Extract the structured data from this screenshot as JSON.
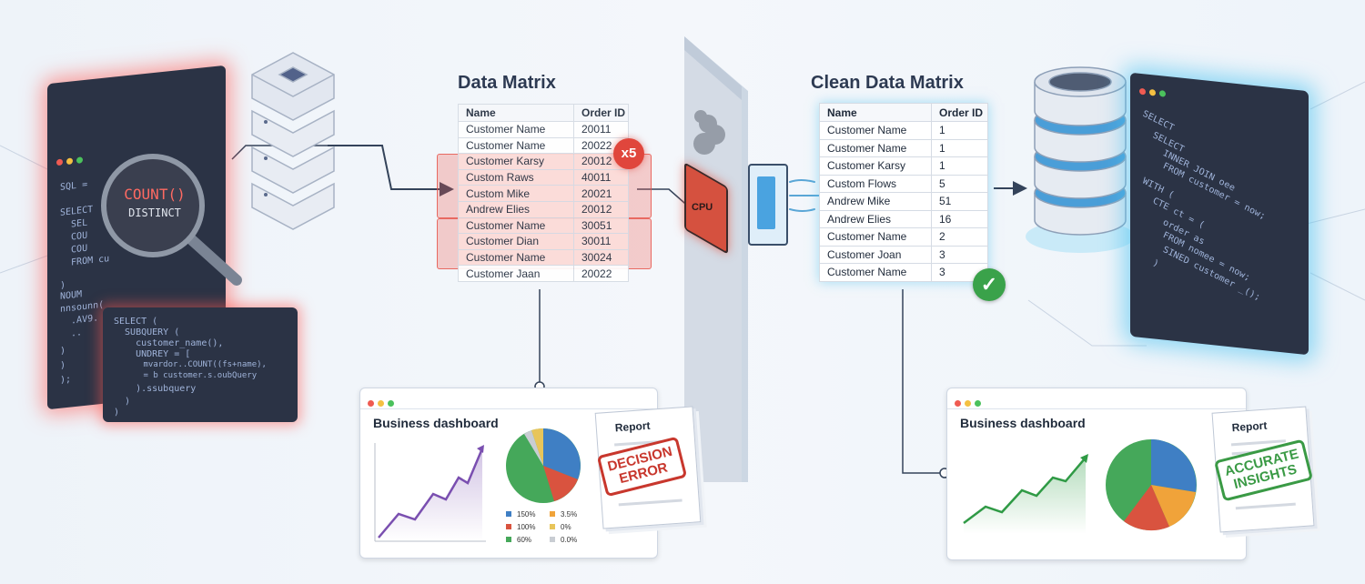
{
  "left_code": {
    "lines": [
      "SQL =",
      "SELECT",
      "  SEL",
      "  COU",
      "  COU",
      "  FROM cu",
      ")",
      "NOUM",
      "nnsounn(",
      "  .AV9.",
      "  ..",
      ")",
      ")",
      ");"
    ],
    "lens_top": "COUNT()",
    "lens_bottom": "DISTINCT"
  },
  "popup_code": {
    "lines": [
      "SELECT (",
      "  SUBQUERY (",
      "    customer_name(),",
      "    UNDREY = [",
      "      mvardor..COUNT((fs+name),",
      "      = b customer.s.oubQuery",
      "    ).ssubquery",
      "  )",
      ")"
    ]
  },
  "data_matrix": {
    "title": "Data Matrix",
    "headers": [
      "Name",
      "Order ID"
    ],
    "rows": [
      [
        "Customer Name",
        "20011"
      ],
      [
        "Customer Name",
        "20022"
      ],
      [
        "Customer Karsy",
        "20012"
      ],
      [
        "Custom Raws",
        "40011"
      ],
      [
        "Custom Mike",
        "20021"
      ],
      [
        "Andrew Elies",
        "20012"
      ],
      [
        "Customer Name",
        "30051"
      ],
      [
        "Customer Dian",
        "30011"
      ],
      [
        "Customer Name",
        "30024"
      ],
      [
        "Customer Jaan",
        "20022"
      ]
    ],
    "duplicate_badge": "x5"
  },
  "cpu_label": "CPU",
  "clean_matrix": {
    "title": "Clean Data Matrix",
    "headers": [
      "Name",
      "Order ID"
    ],
    "rows": [
      [
        "Customer Name",
        "1"
      ],
      [
        "Customer Name",
        "1"
      ],
      [
        "Customer Karsy",
        "1"
      ],
      [
        "Custom Flows",
        "5"
      ],
      [
        "Andrew Mike",
        "51"
      ],
      [
        "Andrew Elies",
        "16"
      ],
      [
        "Customer Name",
        "2"
      ],
      [
        "Customer Joan",
        "3"
      ],
      [
        "Customer Name",
        "3"
      ]
    ]
  },
  "right_code": {
    "lines": [
      "SELECT",
      "  SELECT",
      "    INNER JOIN oee",
      "    FROM customer = now;",
      "WITH (",
      "  CTE ct = (",
      "    order as",
      "    FROM nomee = now;",
      "    SINED customer _();",
      "  )"
    ]
  },
  "left_dashboard": {
    "title": "Business dashboard",
    "legend": [
      {
        "label": "150%",
        "color": "#3f7fc4"
      },
      {
        "label": "3.5%",
        "color": "#f0a33a"
      },
      {
        "label": "100%",
        "color": "#d9533f"
      },
      {
        "label": "0%",
        "color": "#e8c55a"
      },
      {
        "label": "60%",
        "color": "#45a85a"
      },
      {
        "label": "0.0%",
        "color": "#c9cdd3"
      }
    ],
    "report_title": "Report",
    "stamp": "DECISION ERROR",
    "stamp_line1": "DECISION",
    "stamp_line2": "ERROR"
  },
  "right_dashboard": {
    "title": "Business dashboard",
    "report_title": "Report",
    "stamp_line1": "ACCURATE",
    "stamp_line2": "INSIGHTS"
  },
  "colors": {
    "error": "#e0463c",
    "success": "#3aa24a",
    "glow_red": "#ff5a52",
    "glow_blue": "#4ec3f0"
  }
}
